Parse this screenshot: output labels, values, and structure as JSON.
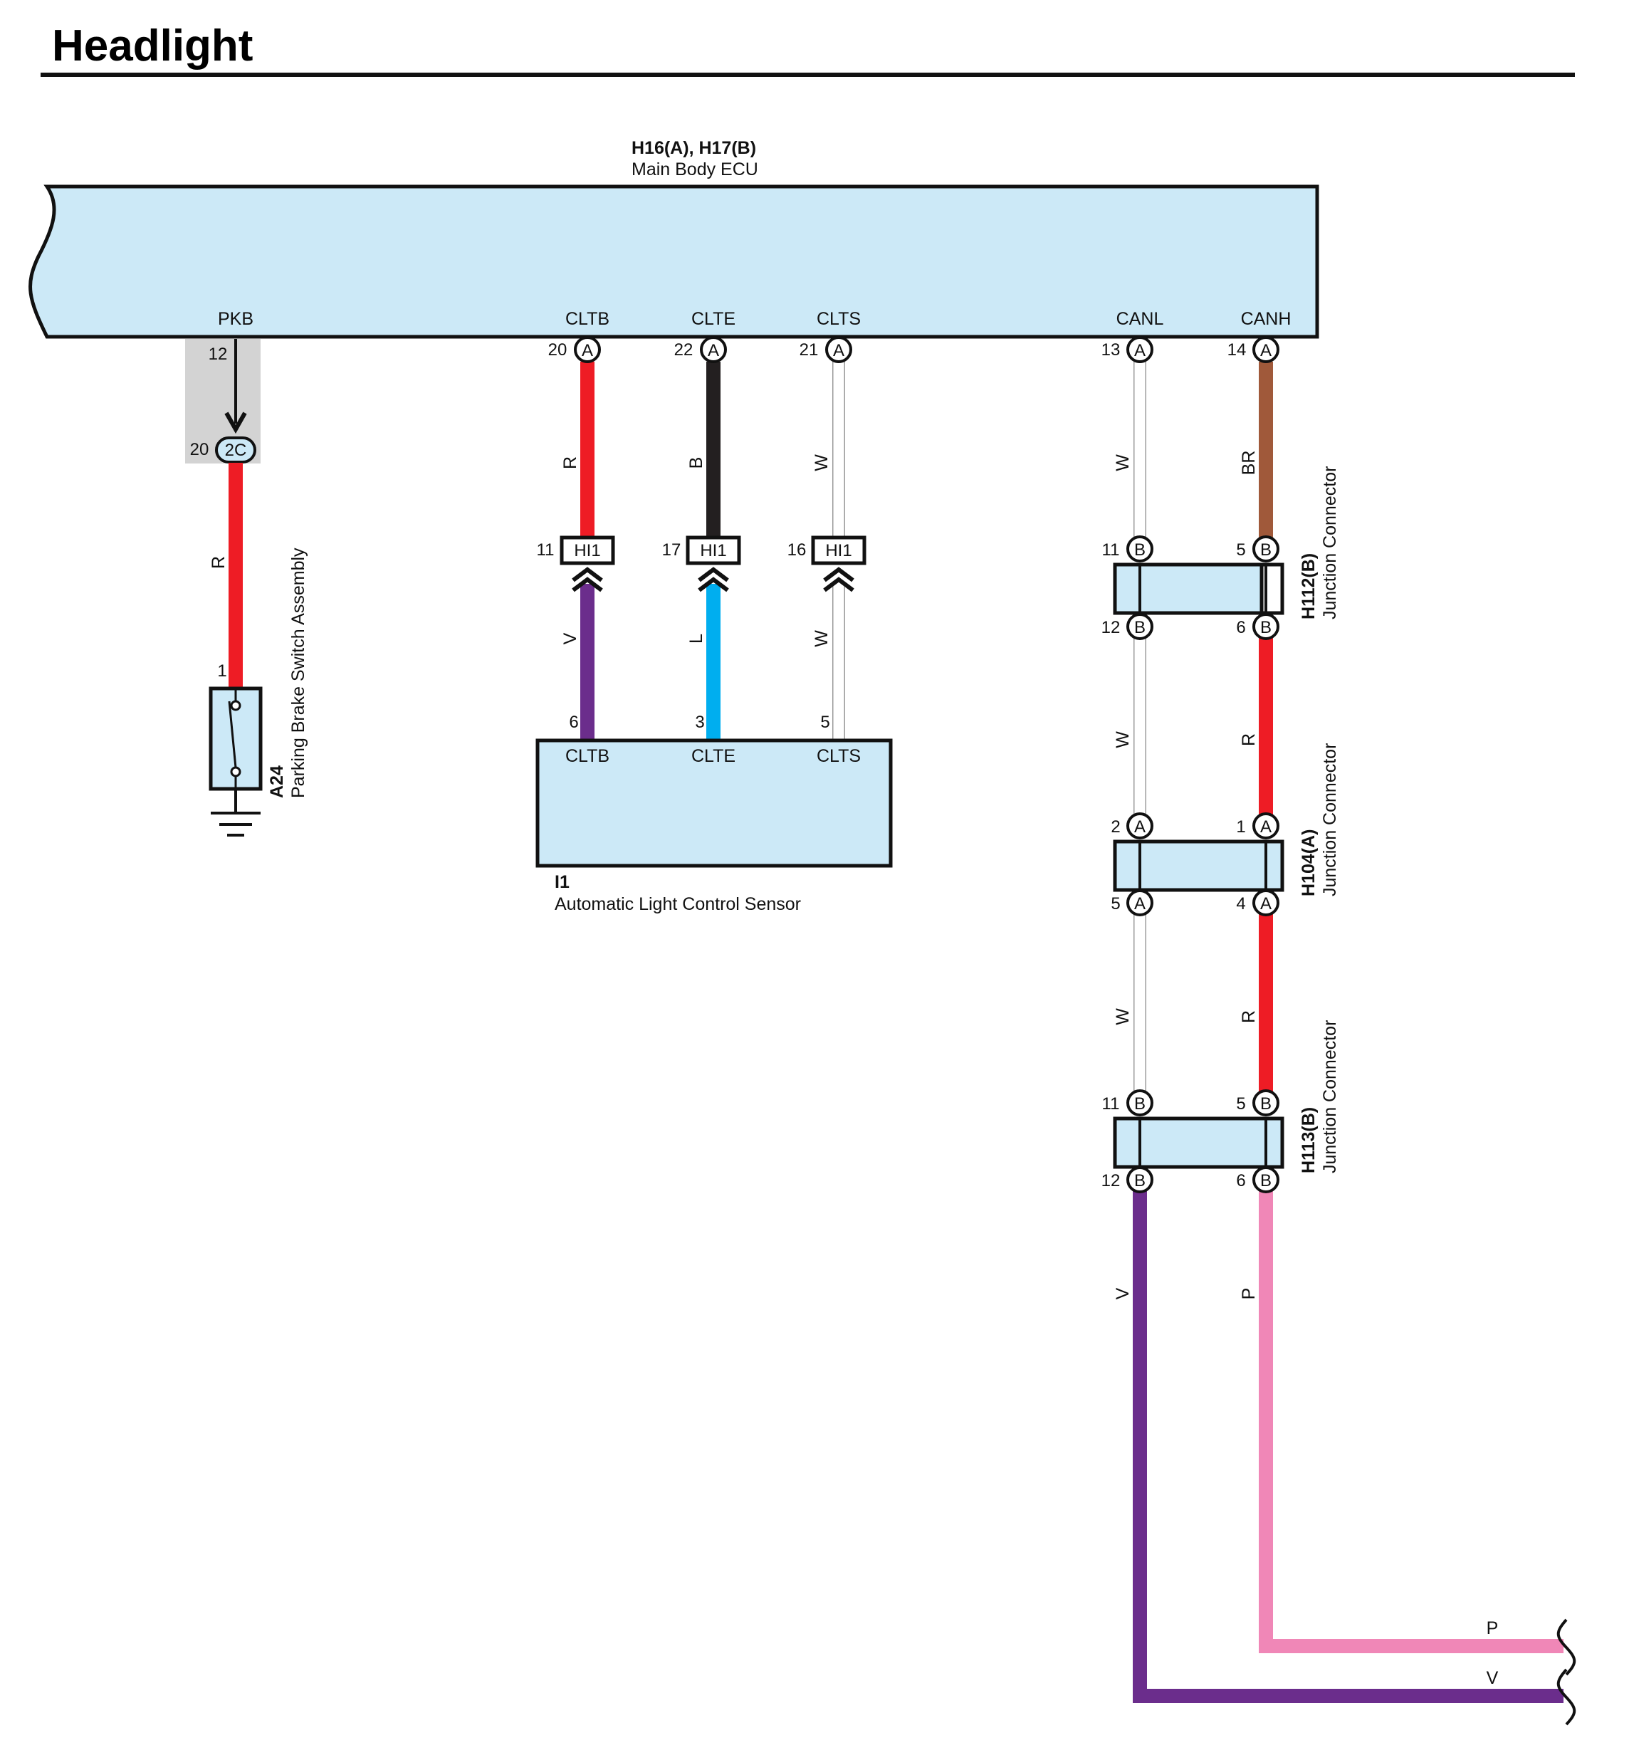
{
  "page": {
    "title": "Headlight"
  },
  "main_ecu": {
    "code": "H16(A), H17(B)",
    "name": "Main Body ECU",
    "terminals": [
      "PKB",
      "CLTB",
      "CLTE",
      "CLTS",
      "CANL",
      "CANH"
    ]
  },
  "pkb_branch": {
    "pin_top": "12",
    "pin_side": "20",
    "connector_code": "2C",
    "wire_color": "R",
    "switch_pin": "1",
    "switch_code": "A24",
    "switch_name": "Parking Brake Switch Assembly"
  },
  "sensor_circuit": {
    "ecu_pins": [
      "20",
      "22",
      "21"
    ],
    "ecu_pin_letter": "A",
    "upper_wire_colors": [
      "R",
      "B",
      "W"
    ],
    "inline_connector_code": "HI1",
    "inline_pins": [
      "11",
      "17",
      "16"
    ],
    "lower_wire_colors": [
      "V",
      "L",
      "W"
    ],
    "sensor_pins": [
      "6",
      "3",
      "5"
    ],
    "sensor_terminals": [
      "CLTB",
      "CLTE",
      "CLTS"
    ],
    "sensor_code": "I1",
    "sensor_name": "Automatic Light Control Sensor"
  },
  "can_circuit": {
    "ecu_pins": [
      "13",
      "14"
    ],
    "ecu_pin_letter": "A",
    "wire_colors": {
      "canl_1": "W",
      "canh_1": "BR",
      "canl_2": "W",
      "canh_2": "R",
      "canl_3": "W",
      "canh_3": "R",
      "canl_4": "V",
      "canh_4": "P"
    },
    "junctions": [
      {
        "code": "H112(B)",
        "name": "Junction Connector",
        "pin_letter": "B",
        "pins_top": [
          "11",
          "5"
        ],
        "pins_bottom": [
          "12",
          "6"
        ]
      },
      {
        "code": "H104(A)",
        "name": "Junction Connector",
        "pin_letter": "A",
        "pins_top": [
          "2",
          "1"
        ],
        "pins_bottom": [
          "5",
          "4"
        ]
      },
      {
        "code": "H113(B)",
        "name": "Junction Connector",
        "pin_letter": "B",
        "pins_top": [
          "11",
          "5"
        ],
        "pins_bottom": [
          "12",
          "6"
        ]
      }
    ],
    "exit_labels": [
      "P",
      "V"
    ]
  },
  "colors": {
    "component_fill": "#cce9f7",
    "outline": "#111111",
    "red": "#ee1c25",
    "black": "#231f20",
    "brown": "#a0593a",
    "violet": "#6b2d8c",
    "blue": "#00aeef",
    "pink": "#f087b7",
    "white_wire_edge": "#9a9a9a",
    "shield_gray": "#d3d3d3"
  }
}
